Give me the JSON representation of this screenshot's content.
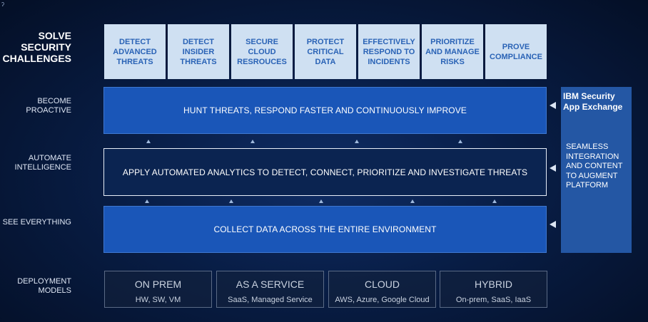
{
  "row_labels": {
    "solve": "SOLVE\nSECURITY\nCHALLENGES",
    "proactive": "BECOME\nPROACTIVE",
    "automate": "AUTOMATE\nINTELLIGENCE",
    "see": "SEE EVERYTHING",
    "deploy": "DEPLOYMENT\nMODELS"
  },
  "challenges": [
    "DETECT\nADVANCED\nTHREATS",
    "DETECT\nINSIDER\nTHREATS",
    "SECURE\nCLOUD\nRESROUCES",
    "PROTECT\nCRITICAL\nDATA",
    "EFFECTIVELY\nRESPOND TO\nINCIDENTS",
    "PRIORITIZE\nAND MANAGE\nRISKS",
    "PROVE\nCOMPLIANCE"
  ],
  "bands": {
    "hunt": "HUNT THREATS, RESPOND FASTER AND CONTINUOUSLY IMPROVE",
    "analytics": "APPLY AUTOMATED ANALYTICS TO DETECT, CONNECT, PRIORITIZE AND INVESTIGATE THREATS",
    "collect": "COLLECT DATA ACROSS THE ENTIRE ENVIRONMENT"
  },
  "side_panel": {
    "title": "IBM Security\nApp Exchange",
    "text": "SEAMLESS\nINTEGRATION\nAND CONTENT\nTO AUGMENT\nPLATFORM"
  },
  "deployments": [
    {
      "title": "ON PREM",
      "sub": "HW, SW, VM"
    },
    {
      "title": "AS A SERVICE",
      "sub": "SaaS, Managed Service"
    },
    {
      "title": "CLOUD",
      "sub": "AWS, Azure, Google Cloud"
    },
    {
      "title": "HYBRID",
      "sub": "On-prem, SaaS, IaaS"
    }
  ],
  "colors": {
    "challenge_bg": "#cfe0f2",
    "challenge_text": "#2a63b6",
    "band_blue": "#1a56b8",
    "band_dark": "#0b2451",
    "side_panel": "#2457a4",
    "background": "#081d45"
  },
  "icons": {
    "up_arrow": "triangle-up-icon",
    "left_arrow": "triangle-left-icon"
  }
}
